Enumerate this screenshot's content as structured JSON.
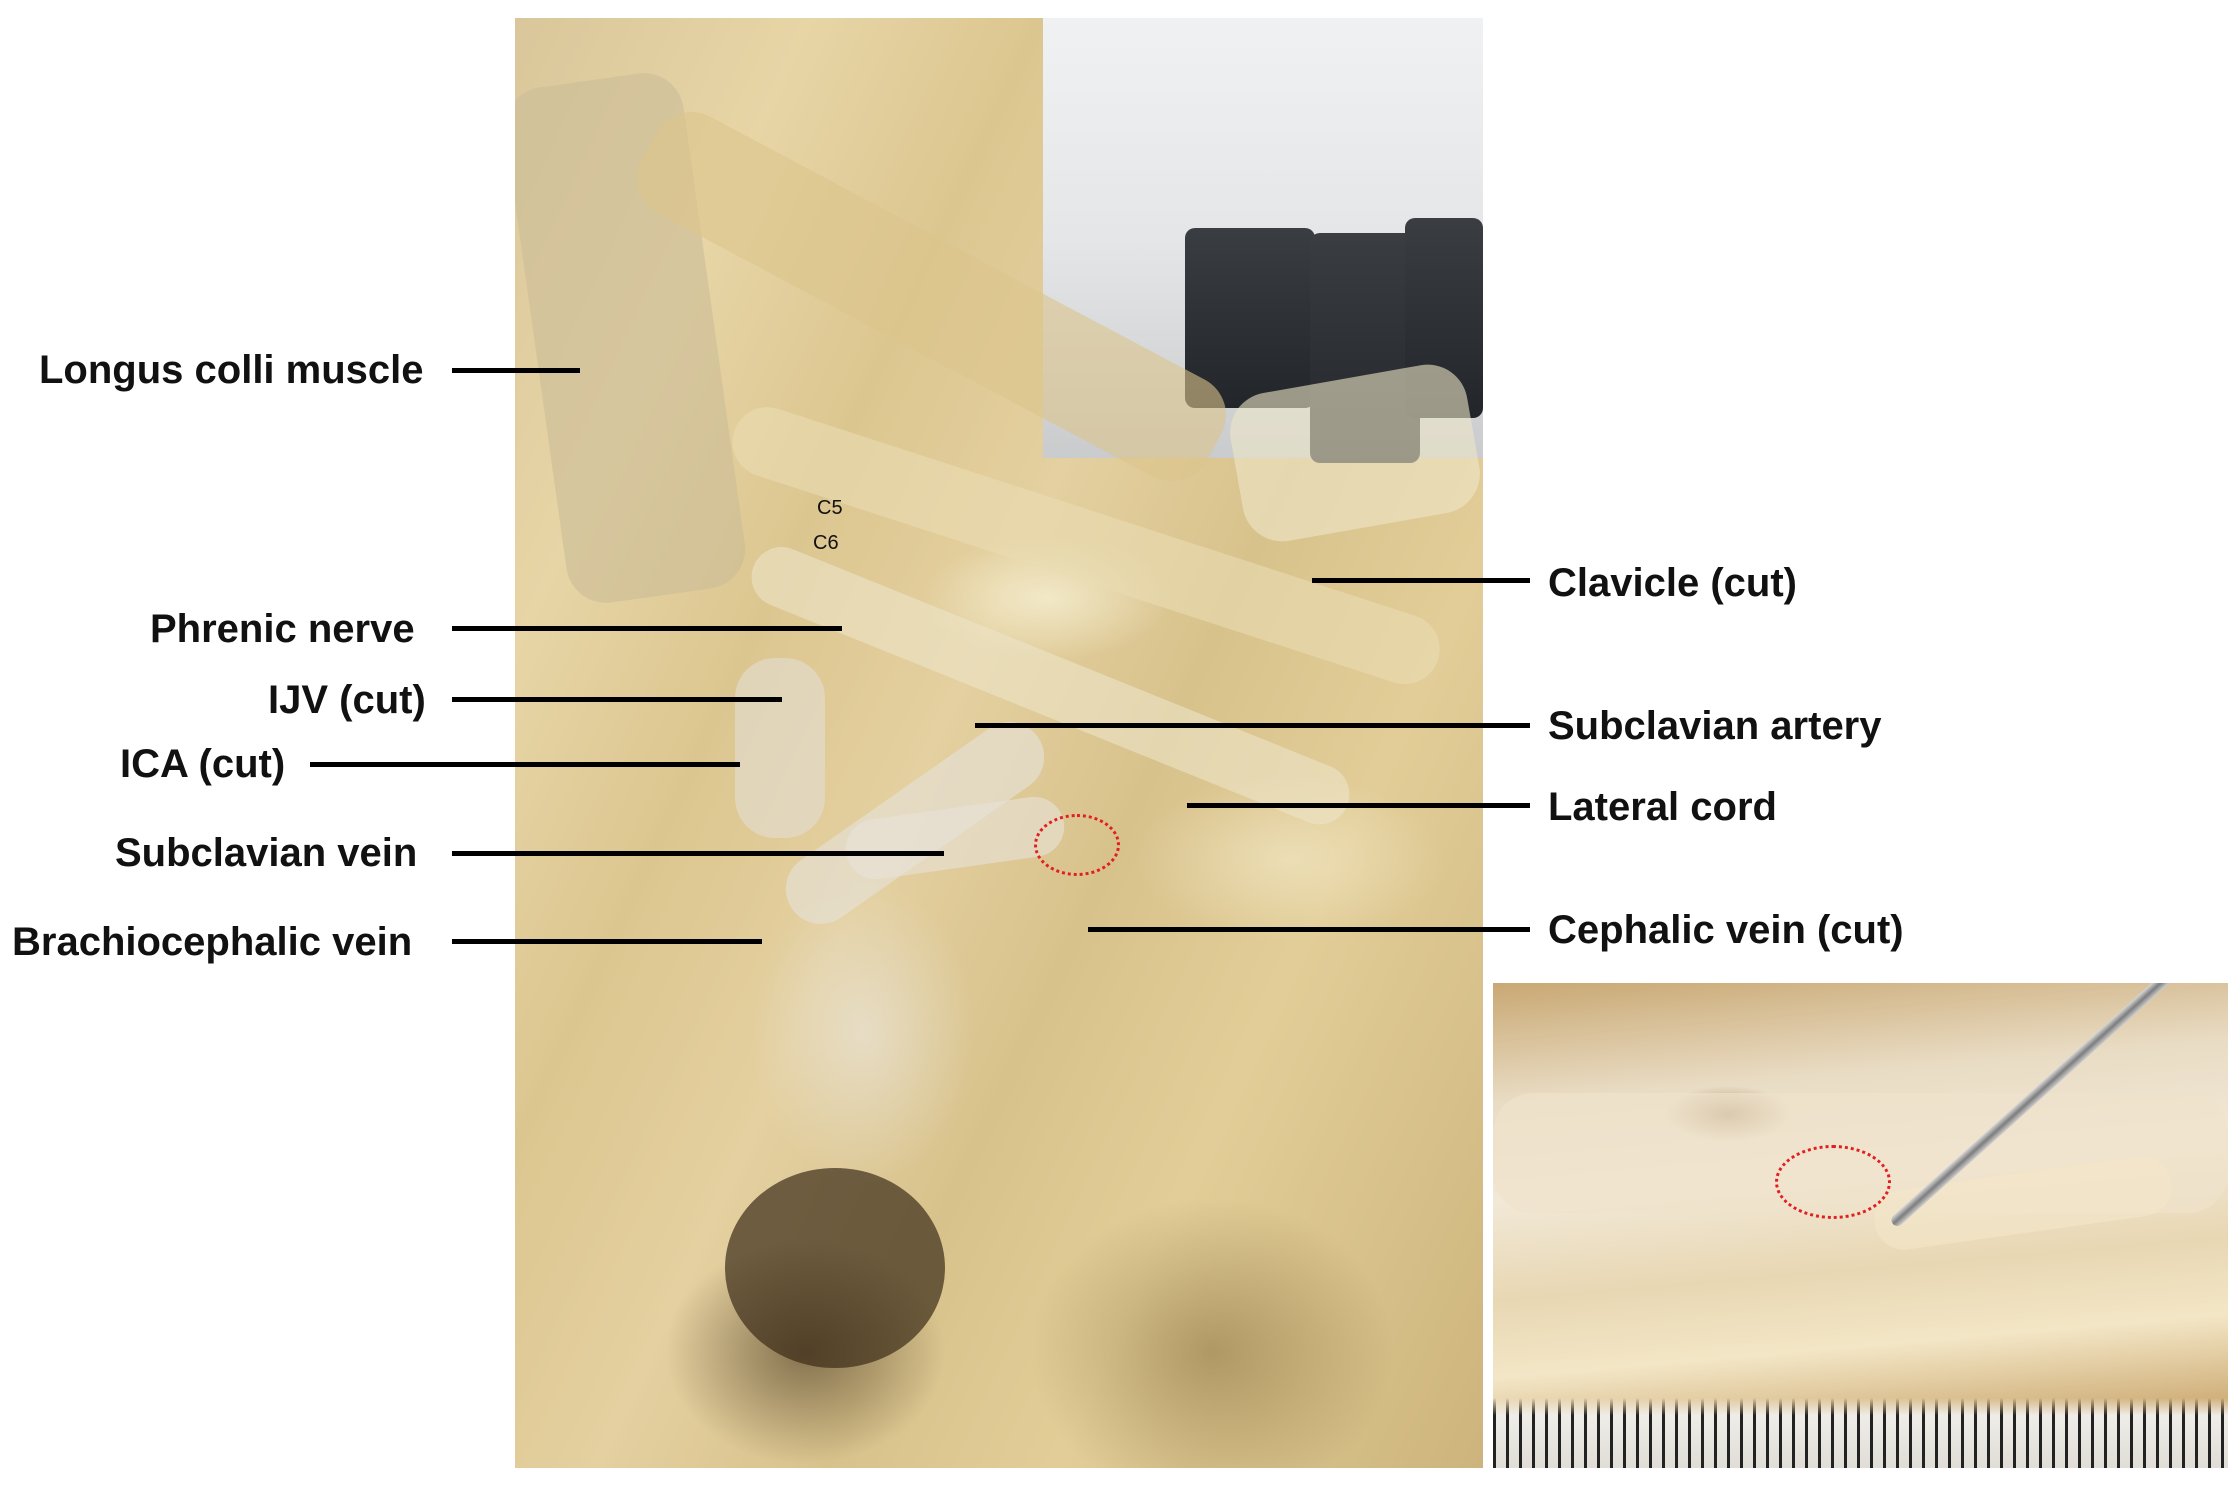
{
  "labels_left": [
    {
      "id": "longus-colli",
      "text": "Longus colli muscle"
    },
    {
      "id": "phrenic-nerve",
      "text": "Phrenic nerve"
    },
    {
      "id": "ijv",
      "text": "IJV (cut)"
    },
    {
      "id": "ica",
      "text": "ICA (cut)"
    },
    {
      "id": "subclavian-vein",
      "text": "Subclavian vein"
    },
    {
      "id": "brachiocephalic-vein",
      "text": "Brachiocephalic vein"
    }
  ],
  "labels_right": [
    {
      "id": "clavicle",
      "text": "Clavicle (cut)"
    },
    {
      "id": "subclavian-artery",
      "text": "Subclavian artery"
    },
    {
      "id": "lateral-cord",
      "text": "Lateral cord"
    },
    {
      "id": "cephalic-vein",
      "text": "Cephalic vein (cut)"
    }
  ],
  "level_tags": [
    "C5",
    "C6"
  ],
  "colors": {
    "label_text": "#111111",
    "leader_line": "#000000",
    "highlight_circle": "#e02020"
  }
}
